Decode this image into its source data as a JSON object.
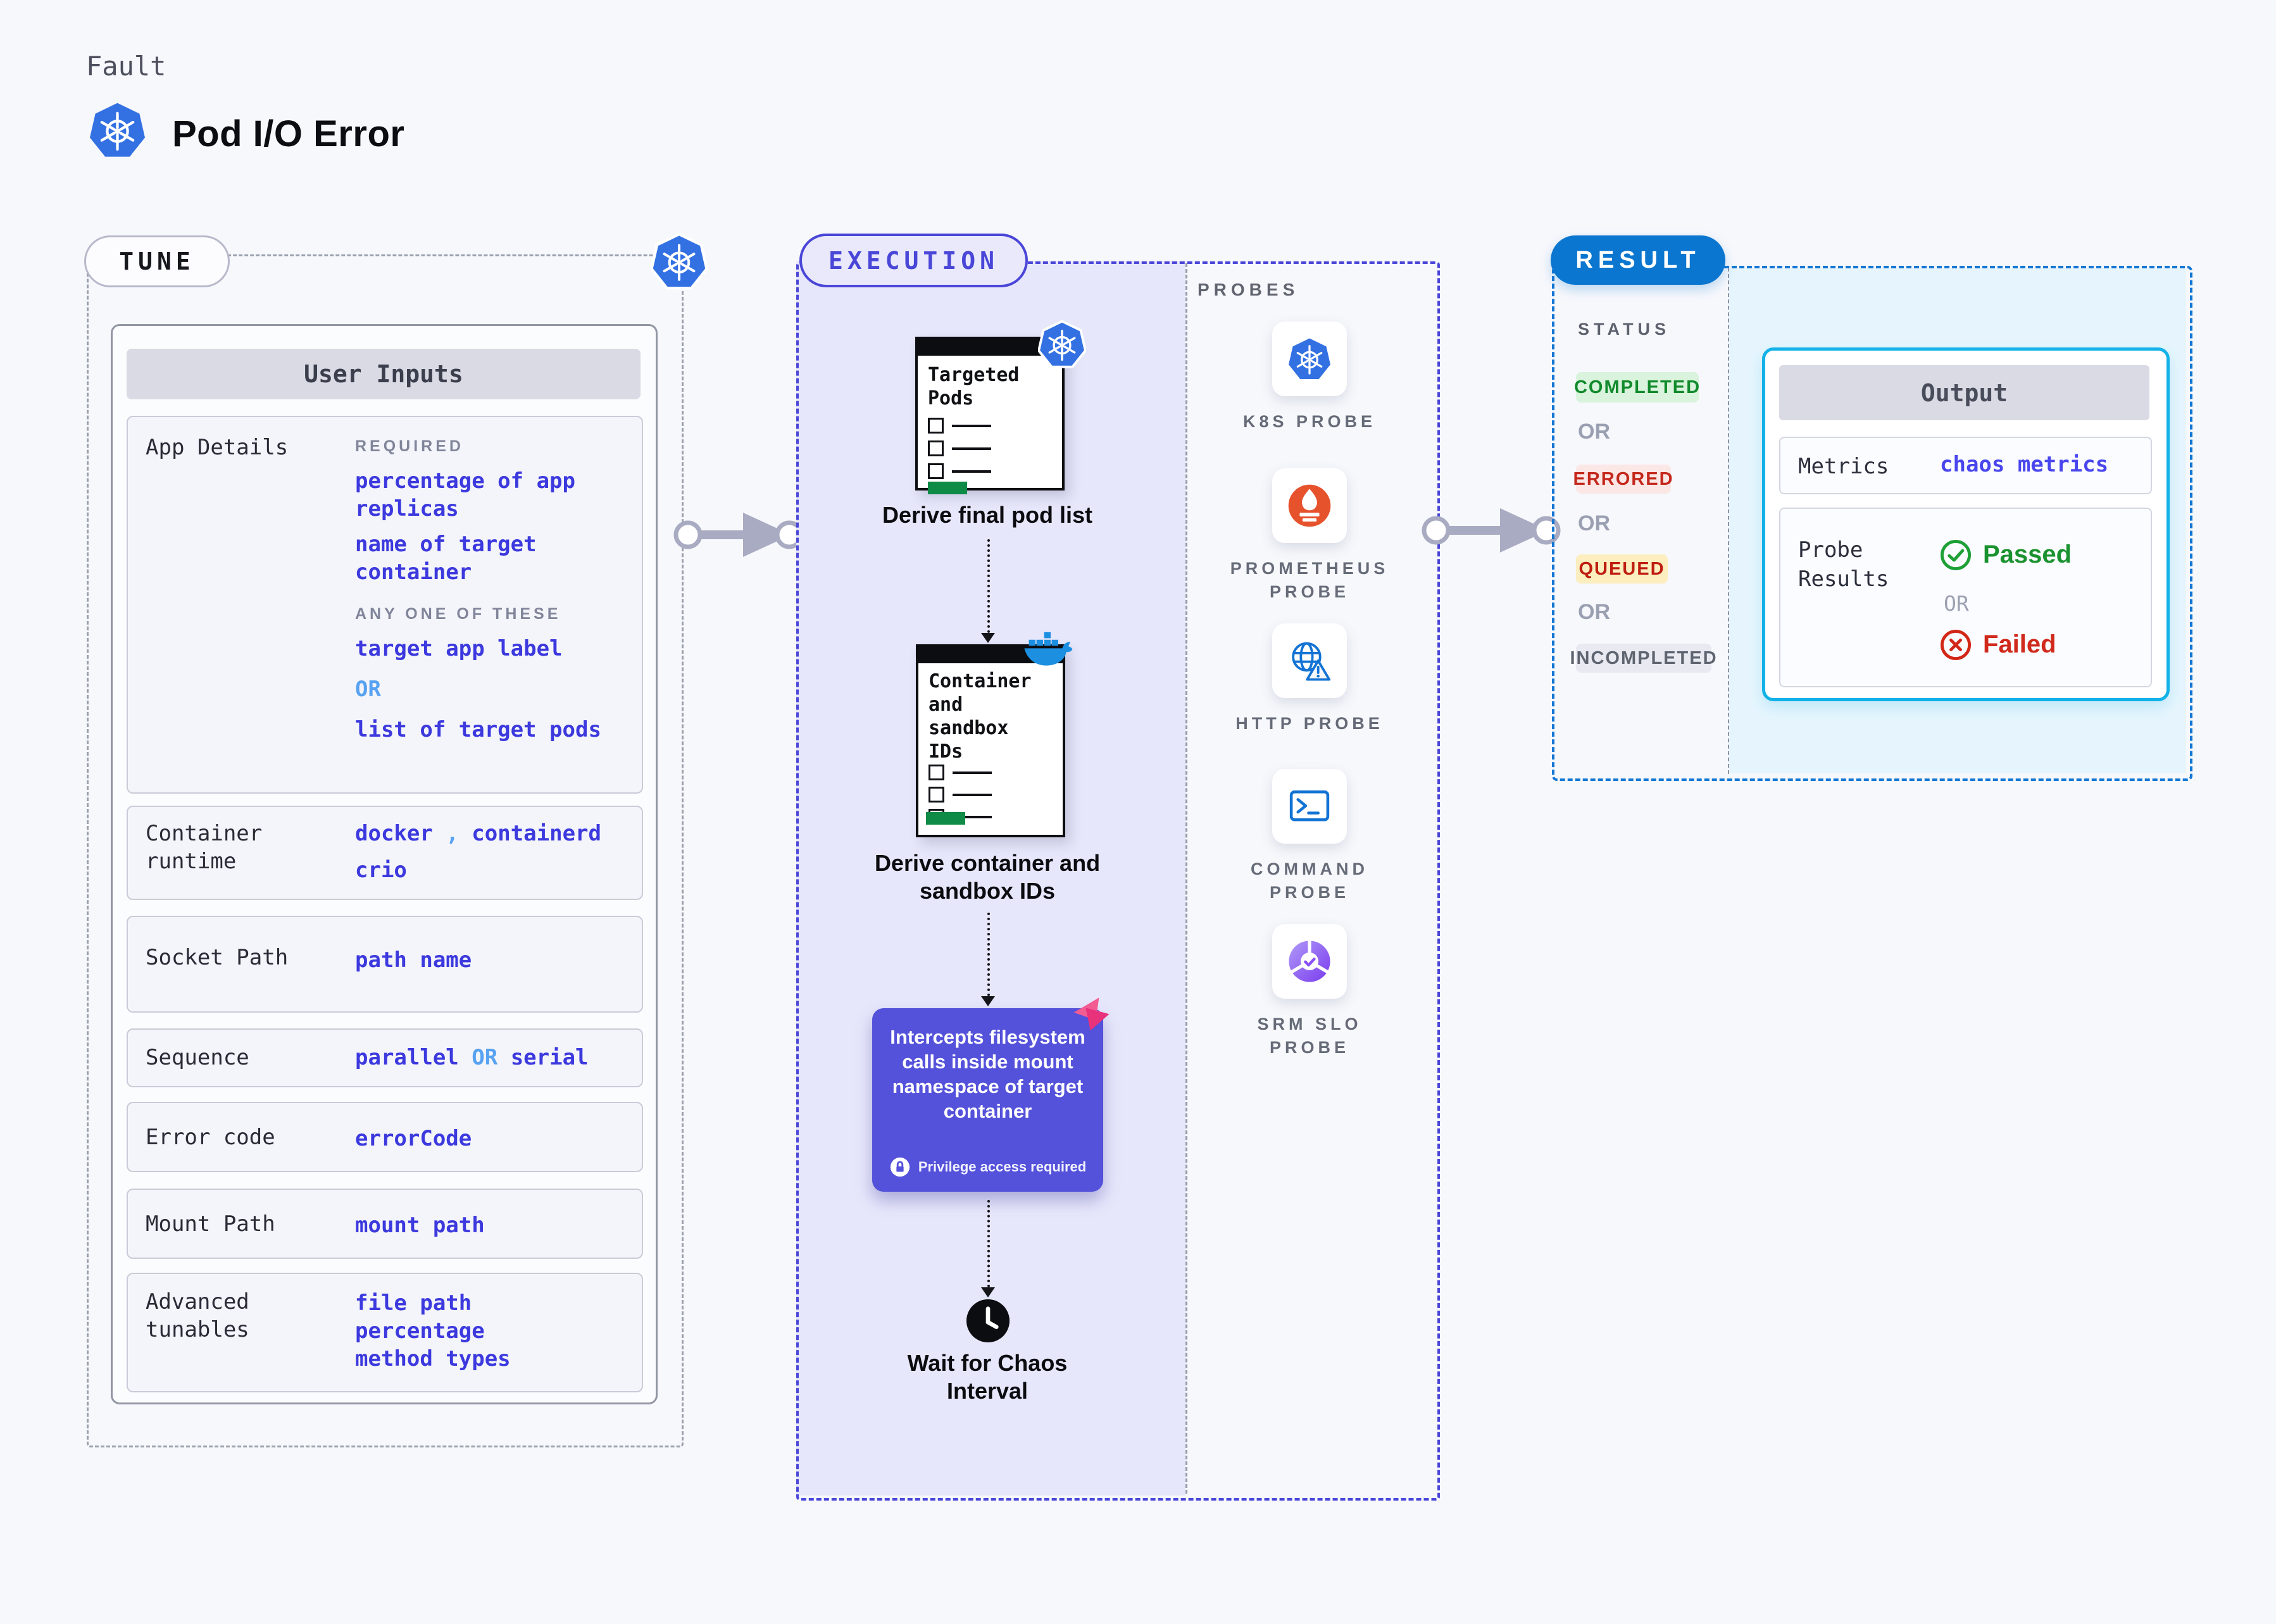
{
  "header": {
    "eyebrow": "Fault",
    "title": "Pod I/O Error"
  },
  "colors": {
    "accent_indigo": "#4a46d8",
    "value_blue": "#3c39de",
    "or_light_blue": "#57a2f2",
    "result_blue": "#0b76d0",
    "output_cyan": "#12b2e8",
    "passed_green": "#1b9230",
    "failed_red": "#d02a1c",
    "queued_yellow_bg": "#fdeec0",
    "lavender_bg": "#e7e7fb",
    "light_blue_bg": "#e6f5fd",
    "intercept_bg": "#5451da",
    "progress_green": "#0e8c47"
  },
  "tune": {
    "label": "TUNE",
    "table_title": "User Inputs",
    "app_details": {
      "label": "App Details",
      "required_caption": "REQUIRED",
      "required_value_1": "percentage of app replicas",
      "required_value_2": "name of target container",
      "any_caption": "ANY ONE OF THESE",
      "option_a": "target app label",
      "or": "OR",
      "option_b": "list of target pods"
    },
    "container_runtime": {
      "label": "Container runtime",
      "value_1": "docker",
      "separator": ",",
      "value_2": "containerd",
      "value_3": "crio"
    },
    "socket_path": {
      "label": "Socket Path",
      "value": "path name"
    },
    "sequence": {
      "label": "Sequence",
      "value_1": "parallel",
      "or": "OR",
      "value_2": "serial"
    },
    "error_code": {
      "label": "Error code",
      "value": "errorCode"
    },
    "mount_path": {
      "label": "Mount Path",
      "value": "mount path"
    },
    "advanced_tunables": {
      "label": "Advanced tunables",
      "value_1": "file path",
      "value_2": "percentage",
      "value_3": "method types"
    }
  },
  "execution": {
    "label": "EXECUTION",
    "step_1": {
      "card_title": "Targeted Pods",
      "caption": "Derive final pod list"
    },
    "step_2": {
      "card_title": "Container and sandbox IDs",
      "caption": "Derive container and sandbox IDs"
    },
    "step_3": {
      "text": "Intercepts filesystem calls inside mount namespace of target container",
      "note": "Privilege access required"
    },
    "step_4": {
      "caption": "Wait for Chaos Interval"
    }
  },
  "probes": {
    "label": "PROBES",
    "items": [
      {
        "name": "K8S PROBE",
        "icon": "kubernetes-icon"
      },
      {
        "name": "PROMETHEUS PROBE",
        "icon": "prometheus-icon"
      },
      {
        "name": "HTTP PROBE",
        "icon": "globe-alert-icon"
      },
      {
        "name": "COMMAND PROBE",
        "icon": "terminal-icon"
      },
      {
        "name": "SRM SLO PROBE",
        "icon": "slo-gauge-icon"
      }
    ]
  },
  "result": {
    "label": "RESULT",
    "status_caption": "STATUS",
    "status_completed": "COMPLETED",
    "or_1": "OR",
    "status_errored": "ERRORED",
    "or_2": "OR",
    "status_queued": "QUEUED",
    "or_3": "OR",
    "status_incompleted": "INCOMPLETED",
    "output": {
      "title": "Output",
      "metrics_label": "Metrics",
      "metrics_value": "chaos metrics",
      "probe_results_label": "Probe Results",
      "passed": "Passed",
      "or": "OR",
      "failed": "Failed"
    }
  }
}
